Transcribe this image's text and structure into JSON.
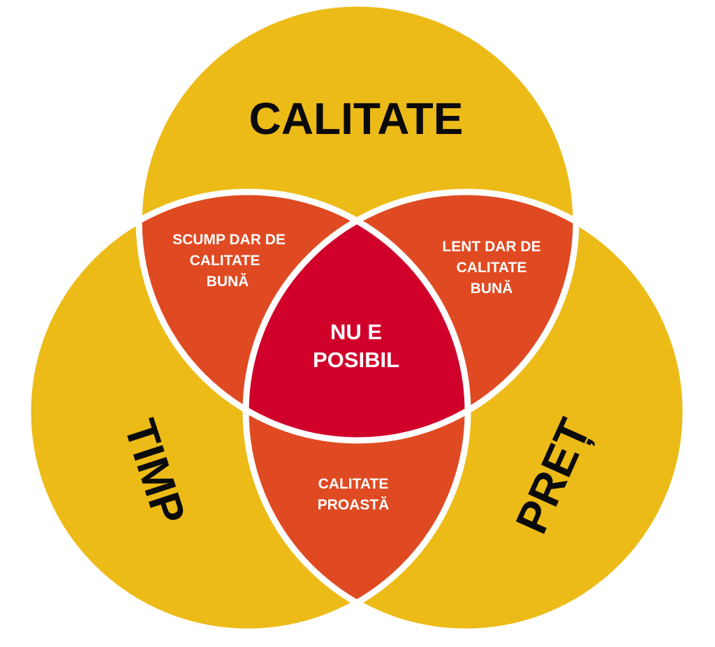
{
  "colors": {
    "circle": "#EDBB17",
    "pair": "#E04A22",
    "center": "#D1002B",
    "border": "#FFFFFF"
  },
  "sets": {
    "top": "CALITATE",
    "left": "TIMP",
    "right": "PREȚ"
  },
  "regions": {
    "top_left": [
      "SCUMP DAR DE",
      "CALITATE",
      "BUNĂ"
    ],
    "top_right": [
      "LENT DAR DE",
      "CALITATE",
      "BUNĂ"
    ],
    "bottom": [
      "CALITATE",
      "PROASTĂ"
    ],
    "center": [
      "NU E",
      "POSIBIL"
    ]
  }
}
